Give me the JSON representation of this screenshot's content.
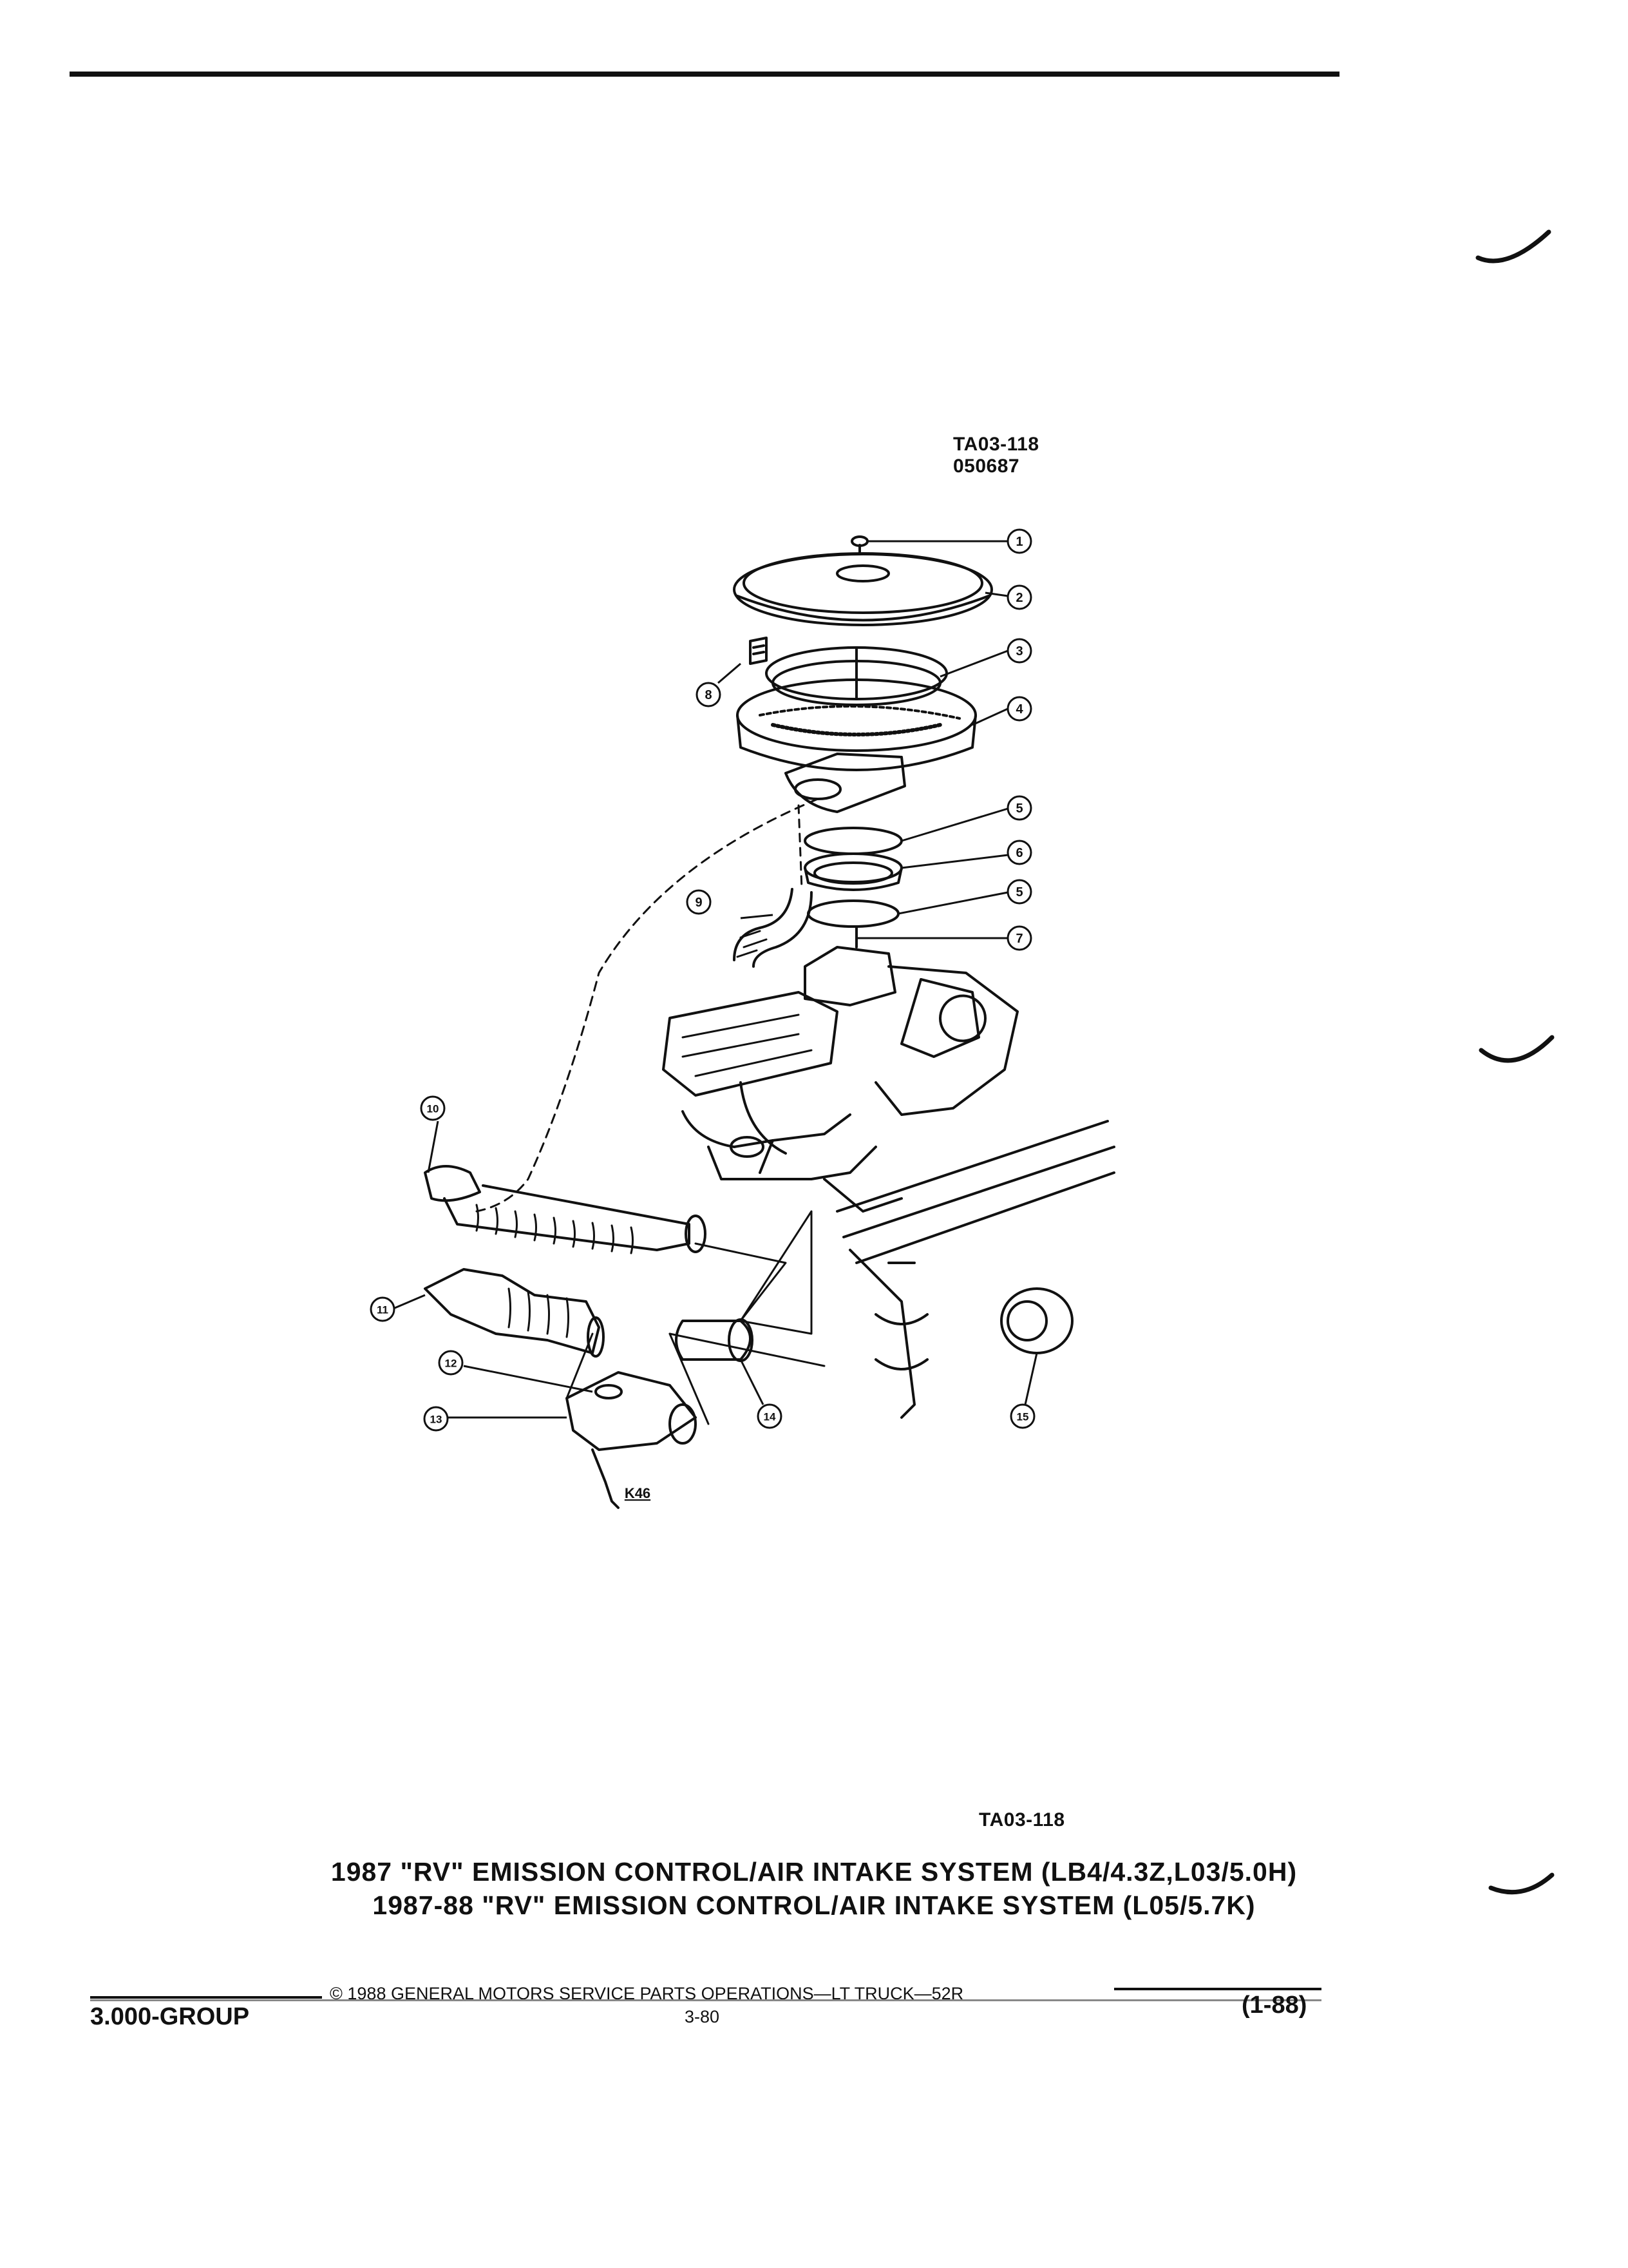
{
  "drawing": {
    "code_top_line1": "TA03-118",
    "code_top_line2": "050687",
    "code_bottom": "TA03-118",
    "view_label": "K46",
    "callouts": [
      "1",
      "2",
      "3",
      "4",
      "5",
      "6",
      "5",
      "7",
      "8",
      "9",
      "10",
      "11",
      "12",
      "13",
      "14",
      "15"
    ]
  },
  "caption": {
    "line1": "1987 \"RV\" EMISSION CONTROL/AIR INTAKE SYSTEM (LB4/4.3Z,L03/5.0H)",
    "line2": "1987-88 \"RV\" EMISSION CONTROL/AIR INTAKE SYSTEM (L05/5.7K)"
  },
  "footer": {
    "copyright": "© 1988 GENERAL MOTORS SERVICE PARTS OPERATIONS—LT TRUCK—52R",
    "group": "3.000-GROUP",
    "page_number": "3-80",
    "revision": "(1-88)"
  }
}
